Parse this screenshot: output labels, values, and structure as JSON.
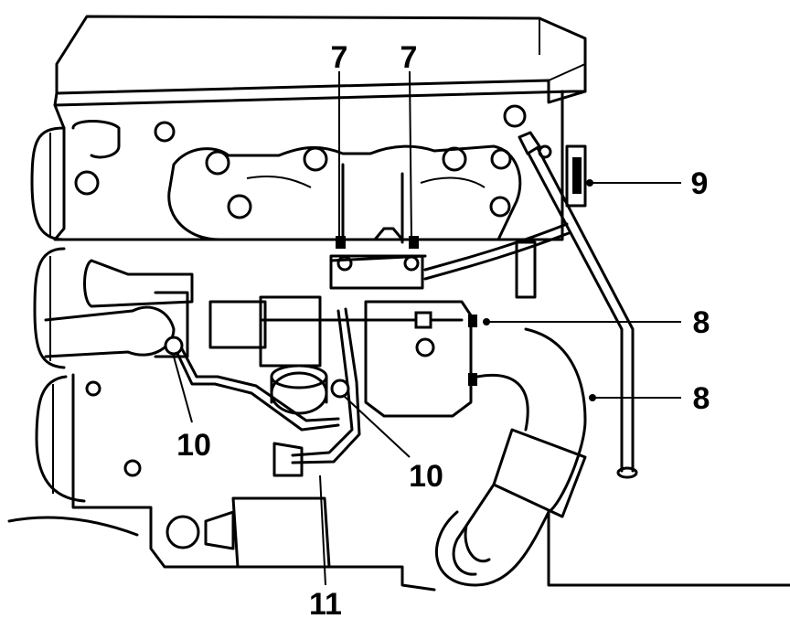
{
  "diagram": {
    "colors": {
      "ink": "#000000",
      "paper": "#ffffff"
    },
    "callouts": [
      {
        "id": "callout-7-left",
        "label": "7"
      },
      {
        "id": "callout-7-right",
        "label": "7"
      },
      {
        "id": "callout-9",
        "label": "9"
      },
      {
        "id": "callout-8-upper",
        "label": "8"
      },
      {
        "id": "callout-8-lower",
        "label": "8"
      },
      {
        "id": "callout-10-left",
        "label": "10"
      },
      {
        "id": "callout-10-right",
        "label": "10"
      },
      {
        "id": "callout-11",
        "label": "11"
      }
    ]
  }
}
